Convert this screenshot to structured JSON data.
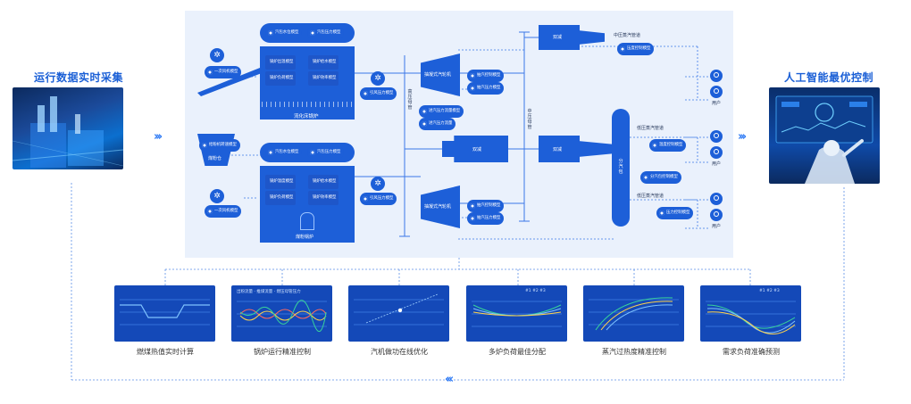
{
  "left_panel": {
    "title": "运行数据实时采集"
  },
  "right_panel": {
    "title": "人工智能最优控制"
  },
  "boilers": {
    "top": {
      "name": "流化床锅炉",
      "tags": [
        "汽包水位模型",
        "汽包压力模型",
        "锅炉出温模型",
        "锅炉给水模型",
        "锅炉负荷模型",
        "锅炉效率模型"
      ],
      "side_tag": "一次风机模型",
      "fan_tag": "引风压力模型"
    },
    "bottom": {
      "name": "煤粉锅炉",
      "tags": [
        "汽包水位模型",
        "汽包压力模型",
        "锅炉温度模型",
        "锅炉给水模型",
        "锅炉负荷模型",
        "锅炉效率模型"
      ],
      "side_tag": "一次风机模型",
      "fan_tag": "引风压力模型"
    },
    "coal_bin": {
      "name": "煤粉仓",
      "tag": "给粉机转速模型"
    }
  },
  "turbines": {
    "top": {
      "name": "抽凝式汽轮机",
      "tags": [
        "抽汽控制模型",
        "抽汽压力模型"
      ],
      "inlet_tags": [
        "进汽压力流量模型",
        "进汽压力流量"
      ]
    },
    "bottom": {
      "name": "抽凝式汽轮机",
      "tags": [
        "抽汽控制模型",
        "抽汽压力模型"
      ]
    }
  },
  "pipes": {
    "hp_header": "高压母管",
    "mp_header": "中压母管",
    "distributor": "分汽包",
    "desup_top": "双减",
    "desup_mid1": "双减",
    "desup_mid2": "双减",
    "mp_line": "中压蒸汽管道",
    "mp_tag": "压度控制模型",
    "lp_line1": "低压蒸汽管道",
    "lp_tag1": "温度控制模型",
    "lp_tag_mid": "分汽包控制模型",
    "lp_line2": "低压蒸汽管道",
    "lp_tag2": "压力控制模型",
    "user_label": "用户"
  },
  "cards": [
    {
      "caption": "燃煤热值实时计算"
    },
    {
      "caption": "锅炉运行精准控制",
      "legend": [
        "出粉流量",
        "推煤流量",
        "燃压母管压力"
      ]
    },
    {
      "caption": "汽机做功在线优化"
    },
    {
      "caption": "多炉负荷最佳分配",
      "legend": [
        "#1",
        "#2",
        "#3"
      ]
    },
    {
      "caption": "蒸汽过热度精准控制"
    },
    {
      "caption": "需求负荷准确预测",
      "legend": [
        "#1",
        "#2",
        "#3"
      ]
    }
  ],
  "colors": {
    "accent": "#1d5fd8",
    "panel": "#eaf1fc",
    "line": "#3b78e7"
  }
}
